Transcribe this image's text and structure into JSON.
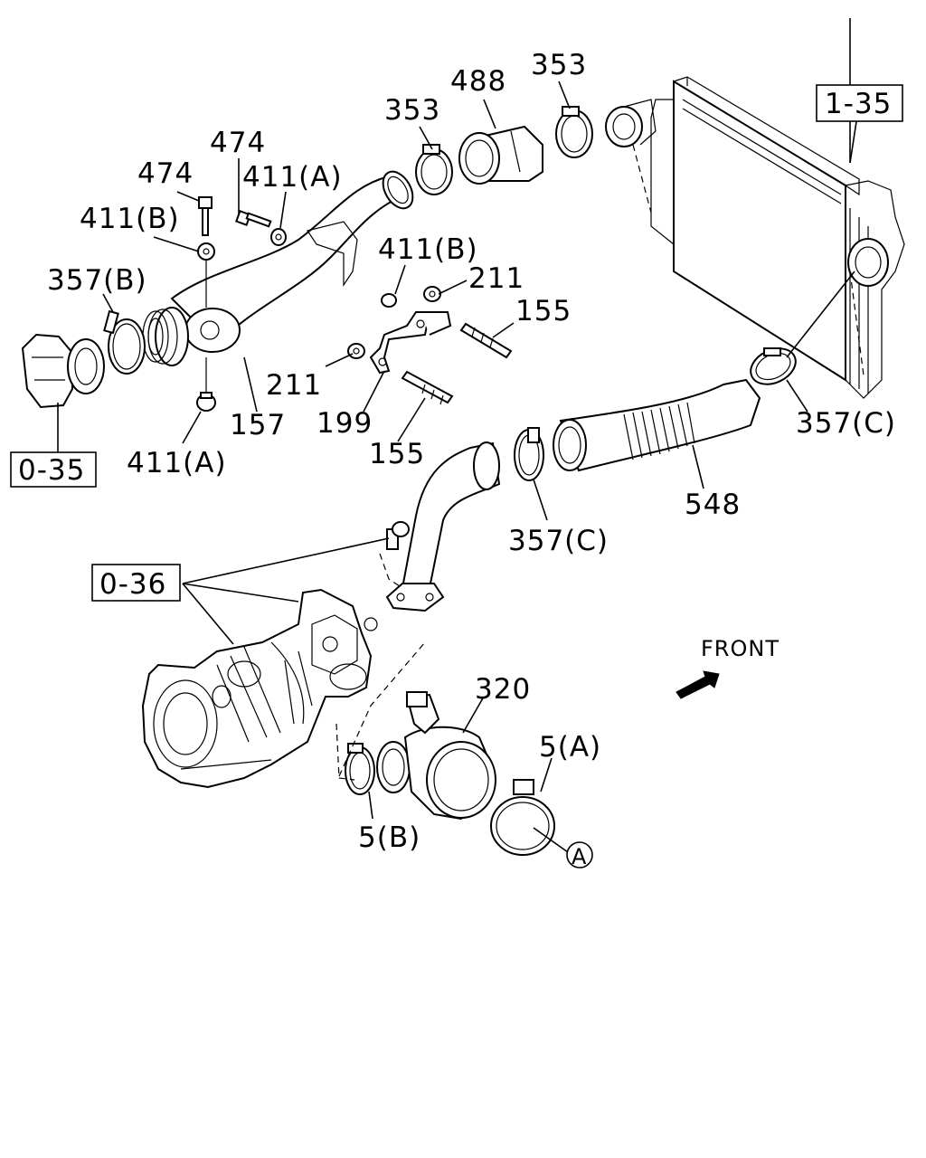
{
  "labels": {
    "p474_a": "474",
    "p474_b": "474",
    "p411a_top": "411(A)",
    "p411b_left": "411(B)",
    "p411b_mid": "411(B)",
    "p357b": "357(B)",
    "p353_a": "353",
    "p353_b": "353",
    "p488": "488",
    "p211_a": "211",
    "p211_b": "211",
    "p155_a": "155",
    "p155_b": "155",
    "p157": "157",
    "p199": "199",
    "p411a_bottom": "411(A)",
    "p357c_right": "357(C)",
    "p357c_mid": "357(C)",
    "p548": "548",
    "p320": "320",
    "p5a": "5(A)",
    "p5b": "5(B)"
  },
  "refs": {
    "r135": "1-35",
    "r035": "0-35",
    "r036": "0-36"
  },
  "front_label": "FRONT",
  "circle_ref": "A"
}
